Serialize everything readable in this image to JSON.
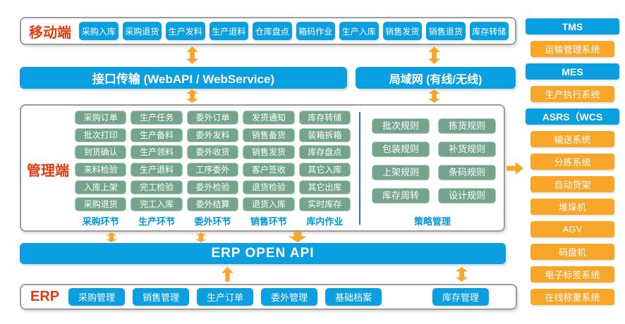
{
  "colors": {
    "blue": "#0a9fe0",
    "green": "#74a58c",
    "orange": "#f7a62a",
    "red": "#e8380d",
    "labelblue": "#0096df",
    "divider": "#2e74b5"
  },
  "mobile": {
    "label": "移动端",
    "items": [
      "采购入库",
      "采购退货",
      "生产发料",
      "生产退料",
      "仓库盘点",
      "箱码作业",
      "生产入库",
      "销售发货",
      "销售退货",
      "库存转储"
    ]
  },
  "bars": {
    "interface": "接口传输 (WebAPI / WebService)",
    "lan": "局域网 (有线/无线)"
  },
  "management": {
    "label": "管理端",
    "columns": [
      {
        "footer": "采购环节",
        "items": [
          "采购订单",
          "批次打印",
          "到货确认",
          "来料检验",
          "入库上架",
          "采购退货"
        ]
      },
      {
        "footer": "生产环节",
        "items": [
          "生产任务",
          "生产备料",
          "生产领料",
          "生产退料",
          "完工检验",
          "完工入库"
        ]
      },
      {
        "footer": "委外环节",
        "items": [
          "委外订单",
          "委外发料",
          "委外收货",
          "工序委外",
          "委外检验",
          "委外结算"
        ]
      },
      {
        "footer": "销售环节",
        "items": [
          "发货通知",
          "销售备货",
          "销售发货",
          "客户签收",
          "退货检验",
          "退货入库"
        ]
      },
      {
        "footer": "库内作业",
        "items": [
          "库存转储",
          "装箱拆箱",
          "库存盘点",
          "其它入库",
          "其它出库",
          "实时库存"
        ]
      }
    ],
    "strategy": {
      "footer": "策略管理",
      "items": [
        "批次规则",
        "拣货规则",
        "包装规则",
        "补货规则",
        "上架规则",
        "条码规则",
        "库存周转",
        "设计规则"
      ]
    }
  },
  "erp_api_bar": "ERP  OPEN API",
  "erp": {
    "label": "ERP",
    "items": [
      "采购管理",
      "销售管理",
      "生产订单",
      "委外管理",
      "基础档案"
    ],
    "right_item": "库存管理"
  },
  "right_column": [
    {
      "label": "TMS",
      "type": "blue"
    },
    {
      "label": "运输管理系统",
      "type": "orange"
    },
    {
      "label": "MES",
      "type": "blue"
    },
    {
      "label": "生产执行系统",
      "type": "orange"
    },
    {
      "label": "ASRS（WCS",
      "type": "blue"
    },
    {
      "label": "输送系统",
      "type": "orange"
    },
    {
      "label": "分拣系统",
      "type": "orange"
    },
    {
      "label": "自动货架",
      "type": "orange"
    },
    {
      "label": "堆垛机",
      "type": "orange"
    },
    {
      "label": "AGV",
      "type": "orange"
    },
    {
      "label": "码盘机",
      "type": "orange"
    },
    {
      "label": "电子标签系统",
      "type": "orange"
    },
    {
      "label": "在线称重系统",
      "type": "orange"
    }
  ]
}
